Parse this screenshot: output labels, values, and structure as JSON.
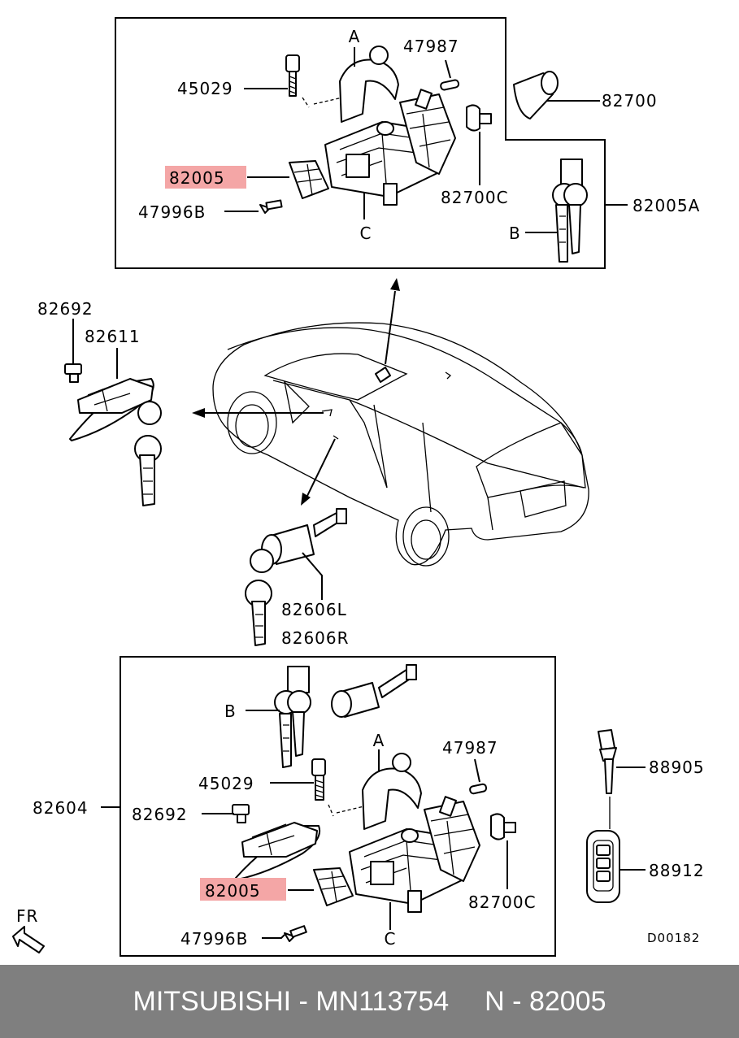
{
  "top_box": {
    "labels": {
      "a": "A",
      "c": "C",
      "b": "B",
      "p47987": "47987",
      "p45029": "45029",
      "p82700": "82700",
      "p82005": "82005",
      "p47996b": "47996B",
      "p82700c": "82700C",
      "p82005a": "82005A"
    }
  },
  "middle": {
    "labels": {
      "p82692": "82692",
      "p82611": "82611",
      "p82606l": "82606L",
      "p82606r": "82606R"
    }
  },
  "bottom_box": {
    "labels": {
      "b": "B",
      "a": "A",
      "c": "C",
      "p47987": "47987",
      "p45029": "45029",
      "p82604": "82604",
      "p82692": "82692",
      "p82005": "82005",
      "p82700c": "82700C",
      "p47996b": "47996B"
    }
  },
  "side": {
    "p88905": "88905",
    "p88912": "88912",
    "fr": "FR",
    "diagram_code": "D00182"
  },
  "highlight_color": "#f4a6a6",
  "footer": {
    "brand": "MITSUBISHI",
    "dash": "-",
    "part_number": "MN113754",
    "n_label": "N",
    "n_dash": "-",
    "n_value": "82005"
  }
}
